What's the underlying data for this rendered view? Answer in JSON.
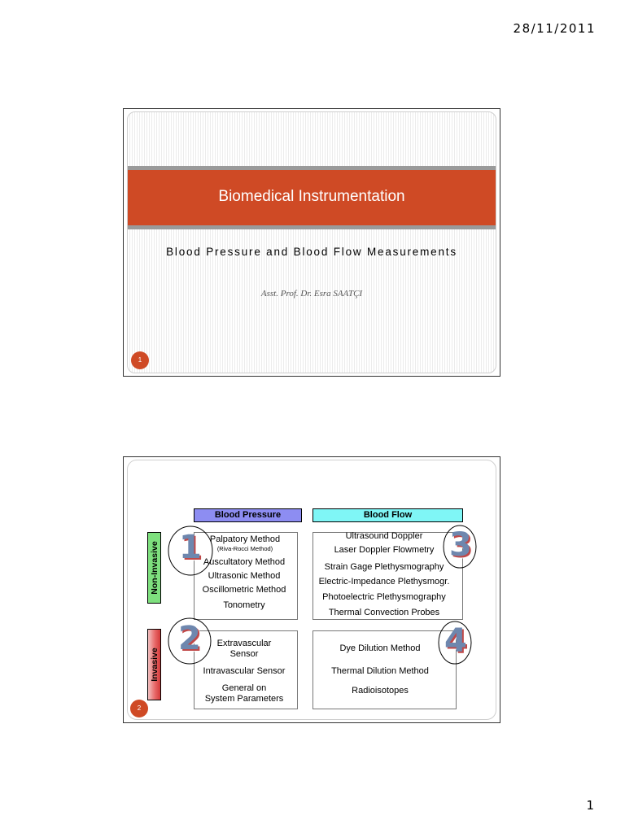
{
  "header": {
    "date": "28/11/2011"
  },
  "footer": {
    "page_number": "1"
  },
  "slide1": {
    "title": "Biomedical Instrumentation",
    "subtitle": "Blood Pressure and Blood Flow Measurements",
    "author": "Asst. Prof. Dr. Esra SAATÇI",
    "slide_number": "1"
  },
  "slide2": {
    "slide_number": "2",
    "headers": {
      "blood_pressure": "Blood Pressure",
      "blood_flow": "Blood Flow"
    },
    "row_labels": {
      "non_invasive": "Non-Invasive",
      "invasive": "Invasive"
    },
    "quadrant_numbers": [
      "1",
      "2",
      "3",
      "4"
    ],
    "bp_non_invasive": {
      "palpatory": "Palpatory Method",
      "palpatory_note": "(Riva-Rocci Method)",
      "auscultatory": "Auscultatory Method",
      "ultrasonic": "Ultrasonic Method",
      "oscillometric": "Oscillometric Method",
      "tonometry": "Tonometry"
    },
    "bf_non_invasive": {
      "ultrasound_doppler": "Ultrasound Doppler",
      "laser_doppler": "Laser Doppler Flowmetry",
      "strain_gage": "Strain Gage Plethysmography",
      "electric_impedance": "Electric-Impedance Plethysmogr.",
      "photoelectric": "Photoelectric Plethysmography",
      "thermal_convection": "Thermal Convection Probes"
    },
    "bp_invasive": {
      "extravascular_1": "Extravascular",
      "extravascular_2": "Sensor",
      "intravascular": "Intravascular Sensor",
      "general_1": "General on",
      "general_2": "System Parameters"
    },
    "bf_invasive": {
      "dye_dilution": "Dye Dilution Method",
      "thermal_dilution": "Thermal Dilution Method",
      "radioisotopes": "Radioisotopes"
    }
  }
}
